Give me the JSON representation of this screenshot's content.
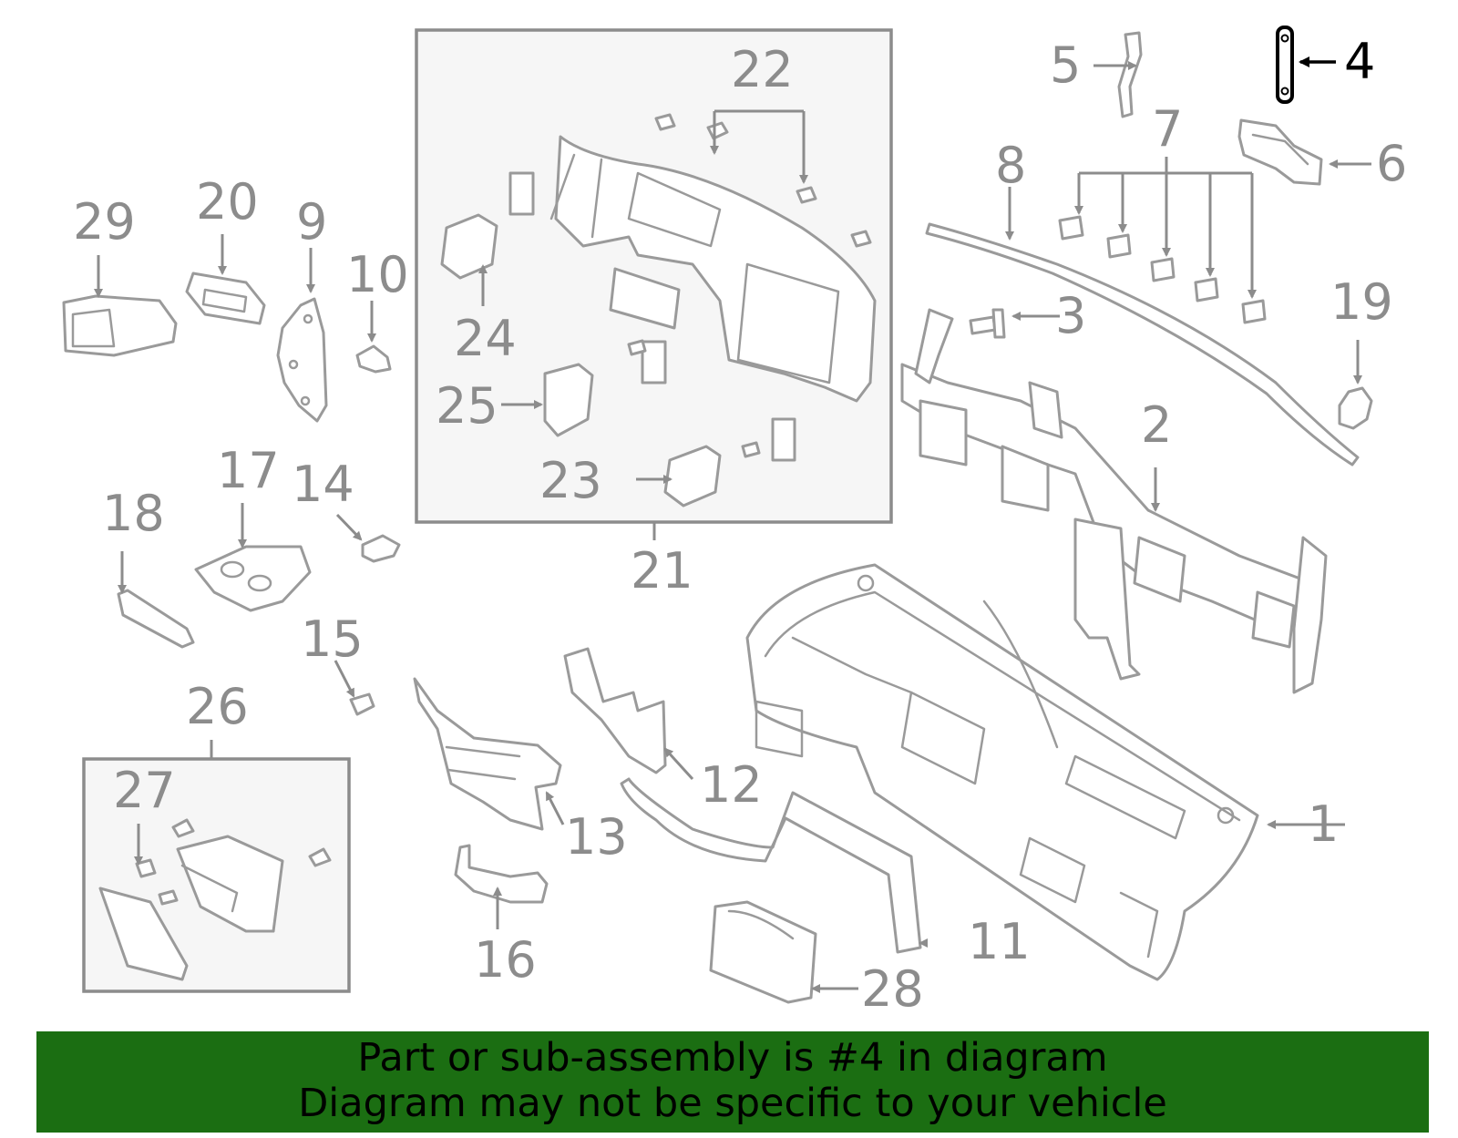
{
  "diagram": {
    "highlighted_part": "4",
    "labels": {
      "1": "1",
      "2": "2",
      "3": "3",
      "4": "4",
      "5": "5",
      "6": "6",
      "7": "7",
      "8": "8",
      "9": "9",
      "10": "10",
      "11": "11",
      "12": "12",
      "13": "13",
      "14": "14",
      "15": "15",
      "16": "16",
      "17": "17",
      "18": "18",
      "19": "19",
      "20": "20",
      "21": "21",
      "22": "22",
      "23": "23",
      "24": "24",
      "25": "25",
      "26": "26",
      "27": "27",
      "28": "28",
      "29": "29"
    },
    "colors": {
      "line": "#9a9a9a",
      "label": "#8c8c8c",
      "highlight": "#000000",
      "inset_fill": "#f6f6f6",
      "banner": "#1b6e12"
    }
  },
  "banner": {
    "line1": "Part or sub-assembly is #4 in diagram",
    "line2": "Diagram may not be specific to your vehicle"
  }
}
